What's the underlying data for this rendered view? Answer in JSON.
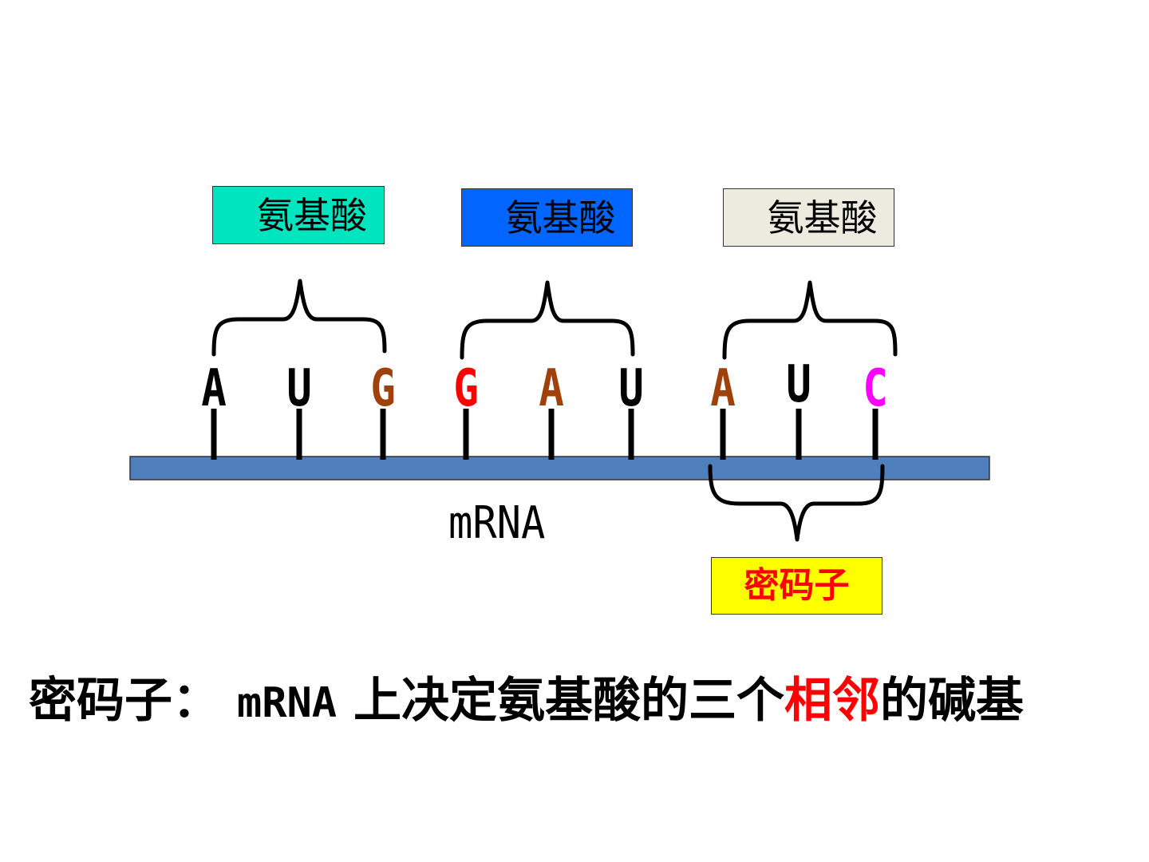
{
  "amino_acid_labels": [
    {
      "text": "氨基酸",
      "fill": "#00e5c0"
    },
    {
      "text": "氨基酸",
      "fill": "#0066ff"
    },
    {
      "text": "氨基酸",
      "fill": "#ecebe0"
    }
  ],
  "bases": [
    {
      "letter": "A",
      "color": "#000000"
    },
    {
      "letter": "U",
      "color": "#000000"
    },
    {
      "letter": "G",
      "color": "#a0400a"
    },
    {
      "letter": "G",
      "color": "#ff0000"
    },
    {
      "letter": "A",
      "color": "#a0400a"
    },
    {
      "letter": "U",
      "color": "#000000"
    },
    {
      "letter": "A",
      "color": "#a0400a"
    },
    {
      "letter": "U",
      "color": "#000000"
    },
    {
      "letter": "C",
      "color": "#ff00ff"
    }
  ],
  "strand": {
    "label": "mRNA",
    "color": "#4f7fbd"
  },
  "codon_label": {
    "text": "密码子",
    "fill": "#ffff00",
    "color": "#ff0000"
  },
  "definition": {
    "term": "密码子：",
    "molecule": "mRNA",
    "text_before": "上决定氨基酸的三个",
    "highlight": "相邻",
    "text_after": "的碱基",
    "highlight_color": "#ff0000"
  }
}
